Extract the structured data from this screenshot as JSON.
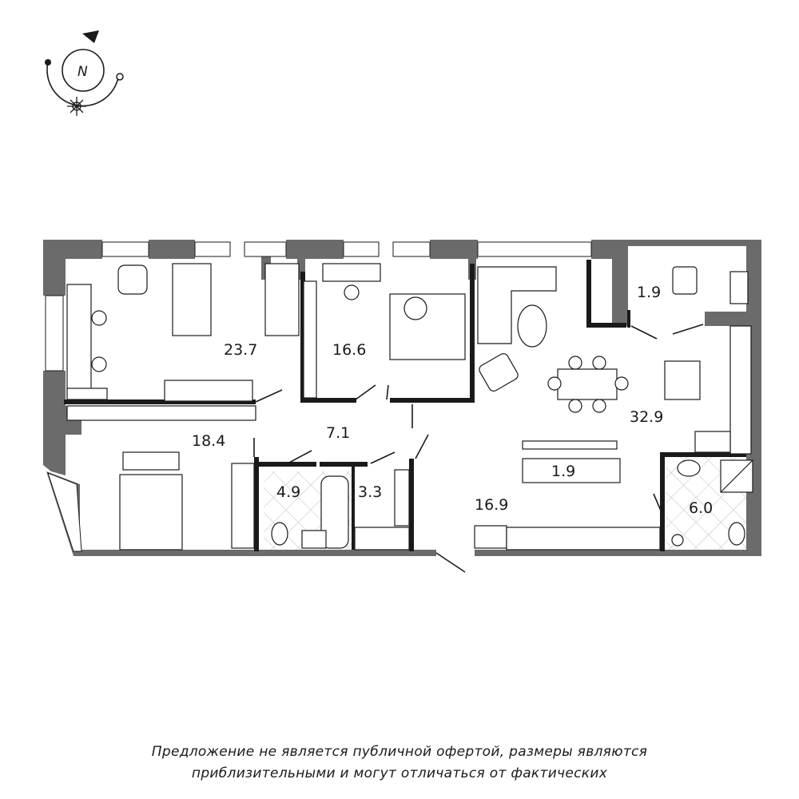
{
  "compass": {
    "label": "N"
  },
  "rooms": [
    {
      "name": "bedroom-1",
      "area": "23.7"
    },
    {
      "name": "living-room",
      "area": "16.6"
    },
    {
      "name": "kitchen-living",
      "area": "32.9"
    },
    {
      "name": "balcony-1",
      "area": "1.9"
    },
    {
      "name": "bedroom-2",
      "area": "18.4"
    },
    {
      "name": "hallway",
      "area": "7.1"
    },
    {
      "name": "bathroom-1",
      "area": "4.9"
    },
    {
      "name": "wardrobe",
      "area": "3.3"
    },
    {
      "name": "corridor",
      "area": "16.9"
    },
    {
      "name": "storage",
      "area": "1.9"
    },
    {
      "name": "bathroom-2",
      "area": "6.0"
    }
  ],
  "disclaimer": {
    "line1": "Предложение не является публичной офертой, размеры являются",
    "line2": "приблизительными и могут отличаться от фактических"
  }
}
